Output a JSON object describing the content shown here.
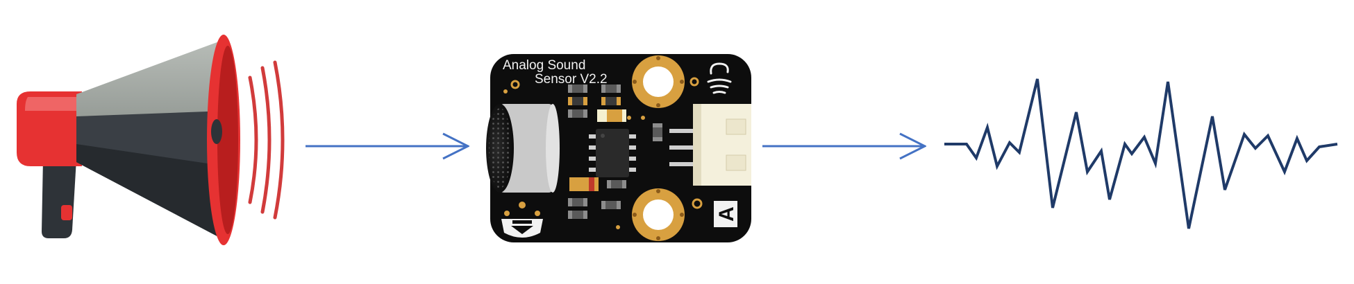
{
  "diagram": {
    "nodes": [
      {
        "id": "megaphone",
        "kind": "sound-source",
        "icon": "megaphone-icon"
      },
      {
        "id": "sensor",
        "kind": "sound-sensor-module",
        "icon": "sound-sensor-board-icon",
        "label_line1": "Analog Sound",
        "label_line2": "Sensor V2.2",
        "badge": "A"
      },
      {
        "id": "waveform",
        "kind": "analog-signal",
        "icon": "waveform-icon"
      }
    ],
    "edges": [
      {
        "from": "megaphone",
        "to": "sensor"
      },
      {
        "from": "sensor",
        "to": "waveform"
      }
    ],
    "colors": {
      "arrow": "#4472c4",
      "waveform": "#1f3a68",
      "megaphone_red": "#e63232",
      "megaphone_body": "#3a3f45",
      "megaphone_cone": "#9aa09a",
      "board": "#0d0d0d",
      "pad_gold": "#d8a040",
      "connector": "#f4f0dc"
    }
  }
}
